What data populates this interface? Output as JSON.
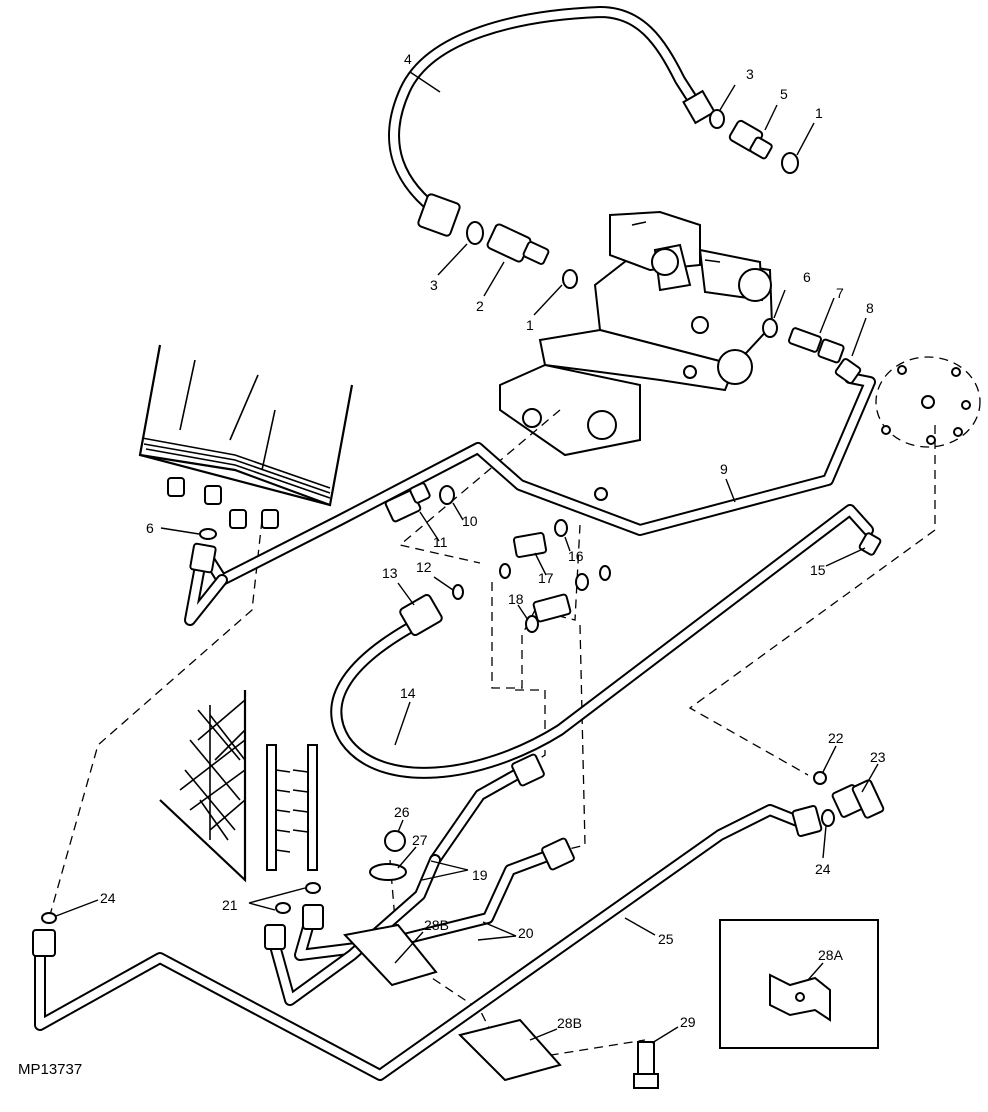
{
  "figure_id": "MP13737",
  "inset_label": "28A",
  "callouts": [
    {
      "id": "c4",
      "text": "4"
    },
    {
      "id": "c3a",
      "text": "3"
    },
    {
      "id": "c5",
      "text": "5"
    },
    {
      "id": "c1a",
      "text": "1"
    },
    {
      "id": "c3b",
      "text": "3"
    },
    {
      "id": "c2",
      "text": "2"
    },
    {
      "id": "c1b",
      "text": "1"
    },
    {
      "id": "c6a",
      "text": "6"
    },
    {
      "id": "c7",
      "text": "7"
    },
    {
      "id": "c8",
      "text": "8"
    },
    {
      "id": "c9",
      "text": "9"
    },
    {
      "id": "c6b",
      "text": "6"
    },
    {
      "id": "c10",
      "text": "10"
    },
    {
      "id": "c11",
      "text": "11"
    },
    {
      "id": "c16",
      "text": "16"
    },
    {
      "id": "c17",
      "text": "17"
    },
    {
      "id": "c15",
      "text": "15"
    },
    {
      "id": "c13",
      "text": "13"
    },
    {
      "id": "c12",
      "text": "12"
    },
    {
      "id": "c18",
      "text": "18"
    },
    {
      "id": "c14",
      "text": "14"
    },
    {
      "id": "c22",
      "text": "22"
    },
    {
      "id": "c23",
      "text": "23"
    },
    {
      "id": "c26",
      "text": "26"
    },
    {
      "id": "c27",
      "text": "27"
    },
    {
      "id": "c24a",
      "text": "24"
    },
    {
      "id": "c19",
      "text": "19"
    },
    {
      "id": "c24b",
      "text": "24"
    },
    {
      "id": "c21",
      "text": "21"
    },
    {
      "id": "c28b1",
      "text": "28B"
    },
    {
      "id": "c20",
      "text": "20"
    },
    {
      "id": "c25",
      "text": "25"
    },
    {
      "id": "c28b2",
      "text": "28B"
    },
    {
      "id": "c29",
      "text": "29"
    }
  ]
}
